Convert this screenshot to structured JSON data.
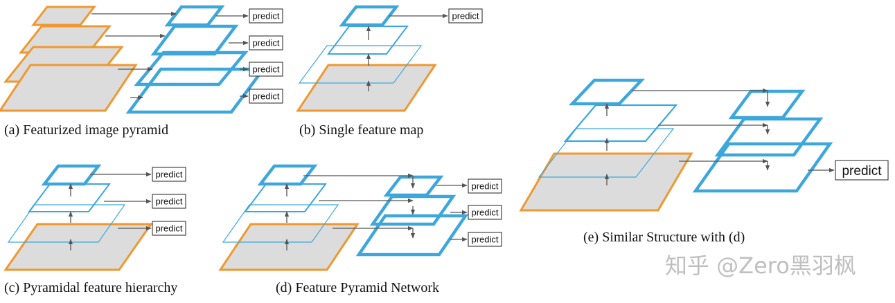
{
  "predict_label": "predict",
  "captions": {
    "a": "(a) Featurized image pyramid",
    "b": "(b) Single feature map",
    "c": "(c) Pyramidal feature hierarchy",
    "d": "(d) Feature Pyramid Network",
    "e": "(e) Similar Structure with (d)"
  },
  "watermark": "知乎 @Zero黑羽枫",
  "colors": {
    "feature_map_stroke": "#3da7dc",
    "image_stroke": "#f0982e",
    "image_fill": "#dcdcdc",
    "arrow": "#555555",
    "text": "#111111",
    "watermark": "#bfbfbf"
  }
}
